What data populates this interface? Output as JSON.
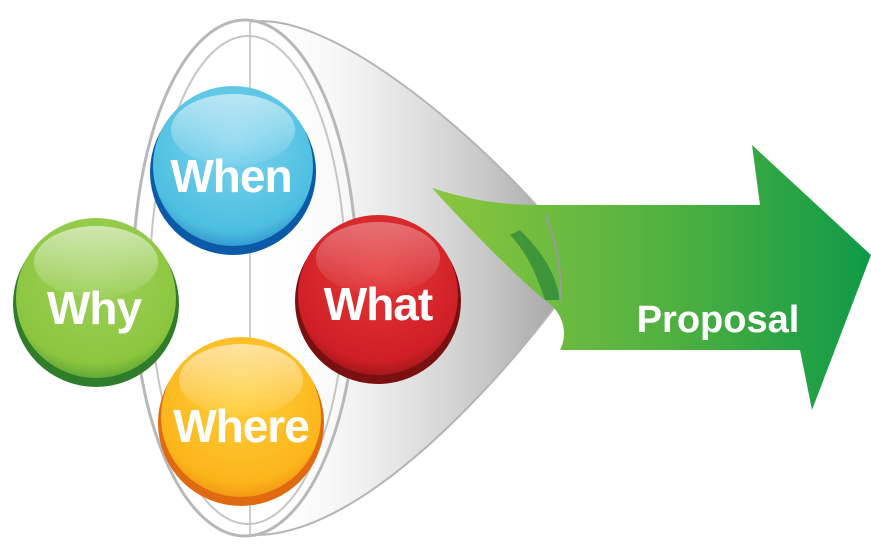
{
  "bubbles": [
    {
      "id": "when",
      "label": "When",
      "color_top": "#6ab4e8",
      "color_mid": "#5cc8e6",
      "color_rim": "#0a5aa8"
    },
    {
      "id": "why",
      "label": "Why",
      "color_top": "#6fbf44",
      "color_mid": "#8cc63f",
      "color_rim": "#2f7d2a"
    },
    {
      "id": "what",
      "label": "What",
      "color_top": "#b02a2a",
      "color_mid": "#d9232a",
      "color_rim": "#7a1010"
    },
    {
      "id": "where",
      "label": "Where",
      "color_top": "#f59a1b",
      "color_mid": "#fbb51b",
      "color_rim": "#e06a10"
    }
  ],
  "arrow": {
    "label": "Proposal",
    "color_start": "#8cc63f",
    "color_end": "#0f9a47"
  },
  "funnel": {
    "rim_color": "#b8b8b8",
    "body_color": "#c9c9c9"
  }
}
